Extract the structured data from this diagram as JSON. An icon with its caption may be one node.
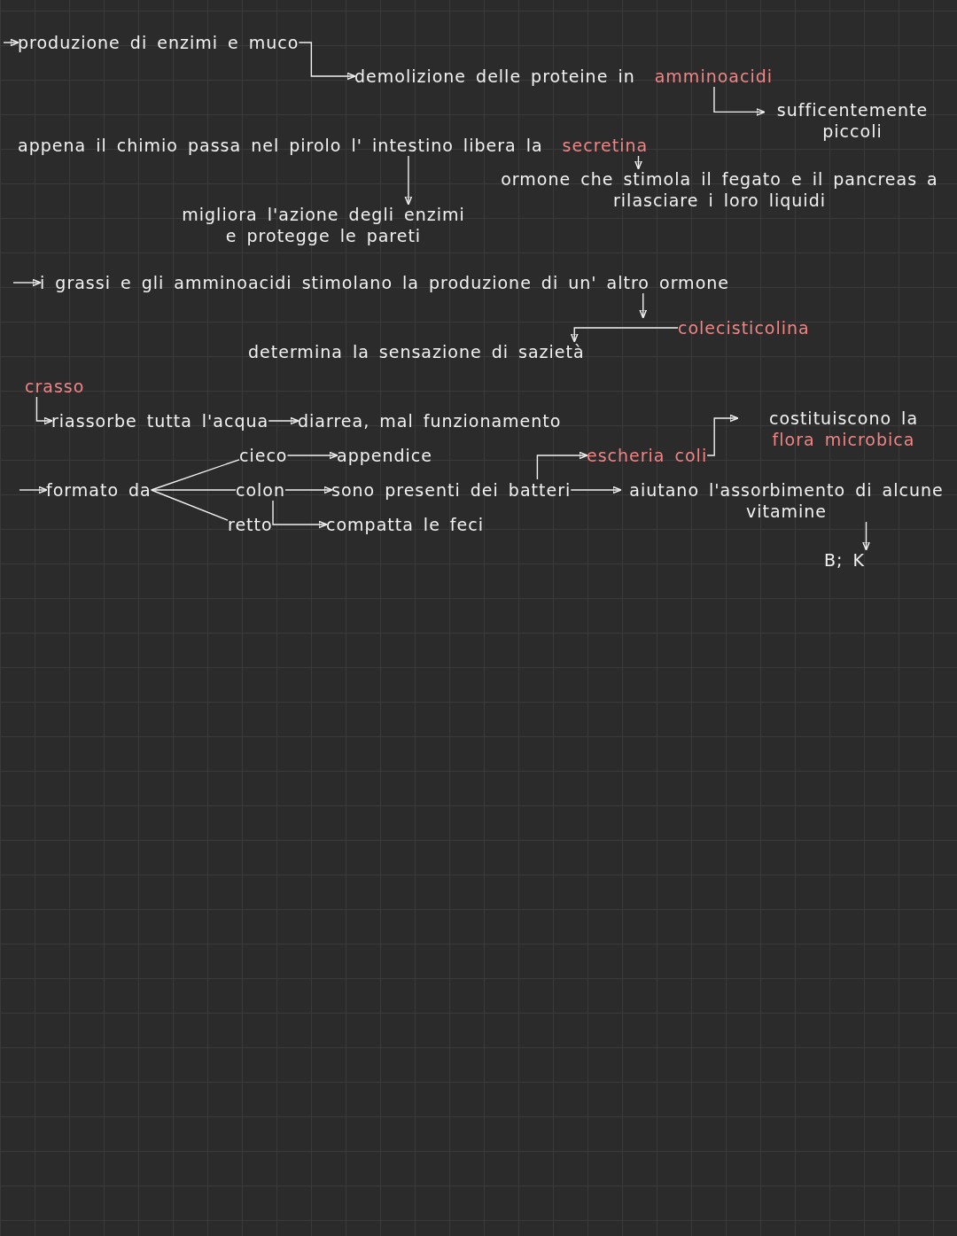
{
  "diagram": {
    "nodes": [
      {
        "text": [
          "produzione di enzimi e muco"
        ]
      },
      {
        "text": [
          "demolizione delle proteine in",
          "amminoacidi"
        ]
      },
      {
        "text": [
          "sufficentemente piccoli"
        ]
      },
      {
        "text": [
          "appena il chimio passa nel pirolo l' intestino libera la",
          "secretina"
        ]
      },
      {
        "text": [
          "migliora l'azione degli enzimi e protegge le pareti"
        ]
      },
      {
        "text": [
          "ormone che stimola il fegato e il pancreas a rilasciare i loro liquidi"
        ]
      },
      {
        "text": [
          "i grassi e gli amminoacidi stimolano la produzione di un' altro ormone"
        ]
      },
      {
        "text": [
          "colecisticolina"
        ]
      },
      {
        "text": [
          "determina la sensazione di sazietà"
        ]
      },
      {
        "text": [
          "crasso"
        ]
      },
      {
        "text": [
          "riassorbe tutta l'acqua"
        ]
      },
      {
        "text": [
          "diarrea, mal funzionamento"
        ]
      },
      {
        "text": [
          "formato da"
        ]
      },
      {
        "text": [
          "cieco"
        ]
      },
      {
        "text": [
          "appendice"
        ]
      },
      {
        "text": [
          "colon"
        ]
      },
      {
        "text": [
          "sono presenti dei batteri"
        ]
      },
      {
        "text": [
          "retto"
        ]
      },
      {
        "text": [
          "compatta le feci"
        ]
      },
      {
        "text": [
          "escheria coli"
        ]
      },
      {
        "text": [
          "costituiscono la",
          "flora microbica"
        ]
      },
      {
        "text": [
          "aiutano l'assorbimento di alcune vitamine"
        ]
      },
      {
        "text": [
          "B; K"
        ]
      }
    ],
    "edges": [
      {
        "from": null,
        "to": 0,
        "arrow": "to"
      },
      {
        "from": 0,
        "to": 1,
        "arrow": "to"
      },
      {
        "from": 1,
        "to": 2,
        "arrow": "to"
      },
      {
        "from": 3,
        "to": 4,
        "arrow": "to"
      },
      {
        "from": 3,
        "to": 5,
        "arrow": "to"
      },
      {
        "from": null,
        "to": 6,
        "arrow": "to"
      },
      {
        "from": 6,
        "to": 7,
        "arrow": "to"
      },
      {
        "from": 7,
        "to": 8,
        "arrow": "to"
      },
      {
        "from": 9,
        "to": 10,
        "arrow": "to"
      },
      {
        "from": 10,
        "to": 11,
        "arrow": "to"
      },
      {
        "from": null,
        "to": 12,
        "arrow": "to"
      },
      {
        "from": 12,
        "to": 13,
        "arrow": "none"
      },
      {
        "from": 12,
        "to": 15,
        "arrow": "none"
      },
      {
        "from": 12,
        "to": 17,
        "arrow": "none"
      },
      {
        "from": 13,
        "to": 14,
        "arrow": "to"
      },
      {
        "from": 15,
        "to": 16,
        "arrow": "to"
      },
      {
        "from": 15,
        "to": 18,
        "arrow": "to"
      },
      {
        "from": 16,
        "to": 19,
        "arrow": "to"
      },
      {
        "from": 19,
        "to": 20,
        "arrow": "to"
      },
      {
        "from": 16,
        "to": 21,
        "arrow": "to"
      },
      {
        "from": 21,
        "to": 22,
        "arrow": "to"
      }
    ]
  }
}
